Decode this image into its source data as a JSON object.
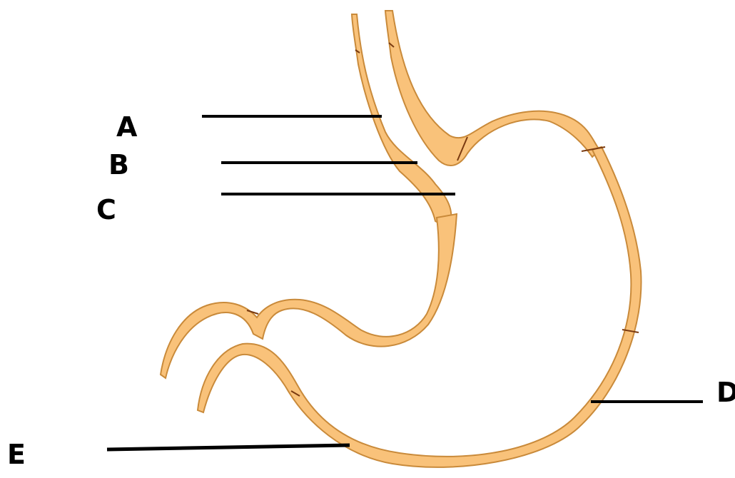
{
  "labels": {
    "a": "A",
    "b": "B",
    "c": "C",
    "d": "D",
    "e": "E"
  },
  "colors": {
    "wall_fill": "#f9c27a",
    "wall_stroke": "#c98a3a",
    "pointer_line": "#000000",
    "background": "#ffffff"
  }
}
